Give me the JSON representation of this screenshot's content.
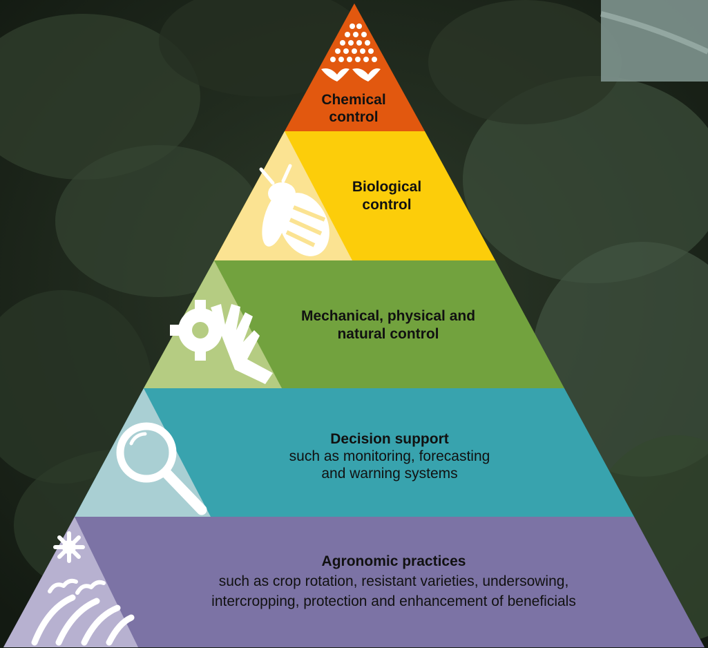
{
  "background": {
    "scene": "leafy cabbage field, dark green foliage"
  },
  "colors": {
    "chemical": "#e2580f",
    "biological": "#fccd0a",
    "biological_light": "#fbe392",
    "mechanical": "#72a23e",
    "mechanical_light": "#b5cc82",
    "decision": "#38a3ae",
    "decision_light": "#a9cfd3",
    "agronomic": "#7c73a5",
    "agronomic_light": "#b7b1d0"
  },
  "tiers": [
    {
      "id": "chemical",
      "icon": "spray-plant-icon",
      "title_line1": "Chemical",
      "title_line2": "control"
    },
    {
      "id": "biological",
      "icon": "bee-icon",
      "title_line1": "Biological",
      "title_line2": "control"
    },
    {
      "id": "mechanical",
      "icon": "gear-hand-icon",
      "title_line1": "Mechanical, physical and",
      "title_line2": "natural control"
    },
    {
      "id": "decision",
      "icon": "magnifier-icon",
      "title": "Decision support",
      "sub_line1": "such as monitoring, forecasting",
      "sub_line2": "and warning systems"
    },
    {
      "id": "agronomic",
      "icon": "field-sprout-icon",
      "title": "Agronomic practices",
      "sub_line1": "such as crop rotation, resistant varieties, undersowing,",
      "sub_line2": "intercropping, protection and enhancement of beneficials"
    }
  ]
}
